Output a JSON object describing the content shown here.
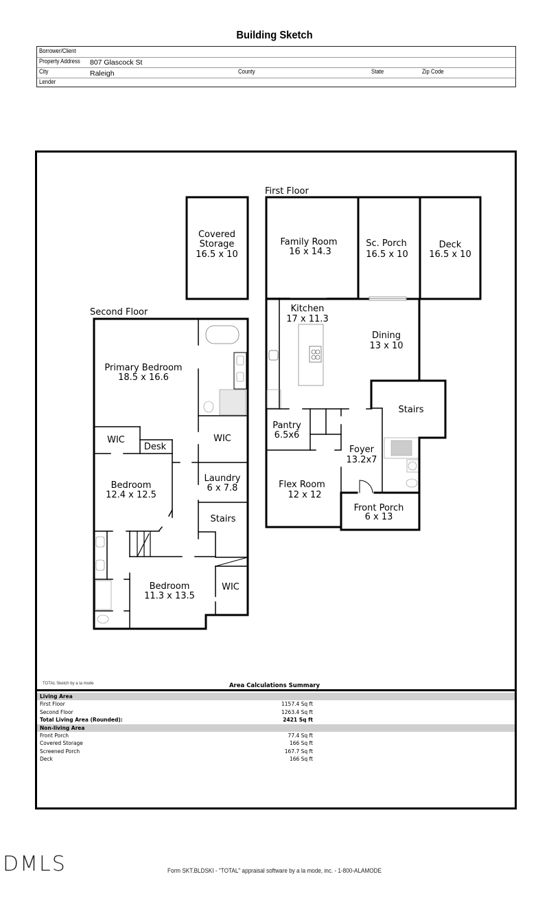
{
  "header": {
    "title": "Building Sketch",
    "fields": {
      "borrower_label": "Borrower/Client",
      "borrower_value": "",
      "address_label": "Property Address",
      "address_value": "807 Glascock St",
      "city_label": "City",
      "city_value": "Raleigh",
      "county_label": "County",
      "county_value": "",
      "state_label": "State",
      "state_value": "",
      "zip_label": "Zip Code",
      "zip_value": "",
      "lender_label": "Lender",
      "lender_value": ""
    }
  },
  "sketch": {
    "first_floor_label": "First Floor",
    "second_floor_label": "Second Floor",
    "rooms": {
      "covered_storage": {
        "name1": "Covered",
        "name2": "Storage",
        "dims": "16.5 x 10"
      },
      "family_room": {
        "name": "Family Room",
        "dims": "16 x 14.3"
      },
      "sc_porch": {
        "name": "Sc. Porch",
        "dims": "16.5 x 10"
      },
      "deck": {
        "name": "Deck",
        "dims": "16.5 x 10"
      },
      "kitchen": {
        "name": "Kitchen",
        "dims": "17 x 11.3"
      },
      "dining": {
        "name": "Dining",
        "dims": "13 x 10"
      },
      "stairs_first": {
        "name": "Stairs"
      },
      "pantry": {
        "name": "Pantry",
        "dims": "6.5x6"
      },
      "foyer": {
        "name": "Foyer",
        "dims": "13.2x7"
      },
      "flex_room": {
        "name": "Flex Room",
        "dims": "12 x 12"
      },
      "front_porch": {
        "name": "Front Porch",
        "dims": "6 x 13"
      },
      "primary_bedroom": {
        "name": "Primary Bedroom",
        "dims": "18.5 x 16.6"
      },
      "wic_1": {
        "name": "WIC"
      },
      "desk": {
        "name": "Desk"
      },
      "wic_2": {
        "name": "WIC"
      },
      "bedroom_1": {
        "name": "Bedroom",
        "dims": "12.4 x 12.5"
      },
      "laundry": {
        "name": "Laundry",
        "dims": "6 x 7.8"
      },
      "stairs_second": {
        "name": "Stairs"
      },
      "bedroom_2": {
        "name": "Bedroom",
        "dims": "11.3 x 13.5"
      },
      "wic_3": {
        "name": "WIC"
      }
    },
    "credit": "TOTAL Sketch by a la mode"
  },
  "area_summary": {
    "title": "Area Calculations Summary",
    "sections": [
      {
        "header": "Living Area",
        "rows": [
          {
            "label": "First Floor",
            "value": "1157.4 Sq ft"
          },
          {
            "label": "Second Floor",
            "value": "1263.4 Sq ft"
          },
          {
            "label": "Total Living Area (Rounded):",
            "value": "2421 Sq ft",
            "bold": true
          }
        ]
      },
      {
        "header": "Non-living Area",
        "rows": [
          {
            "label": "Front Porch",
            "value": "77.4 Sq ft"
          },
          {
            "label": "Covered Storage",
            "value": "166 Sq ft"
          },
          {
            "label": "Screened Porch",
            "value": "167.7 Sq ft"
          },
          {
            "label": "Deck",
            "value": "166 Sq ft"
          }
        ]
      }
    ]
  },
  "footer": {
    "logo": "DMLS",
    "form_text": "Form SKT.BLDSKI - \"TOTAL\" appraisal software by a la mode, inc. - 1-800-ALAMODE"
  }
}
